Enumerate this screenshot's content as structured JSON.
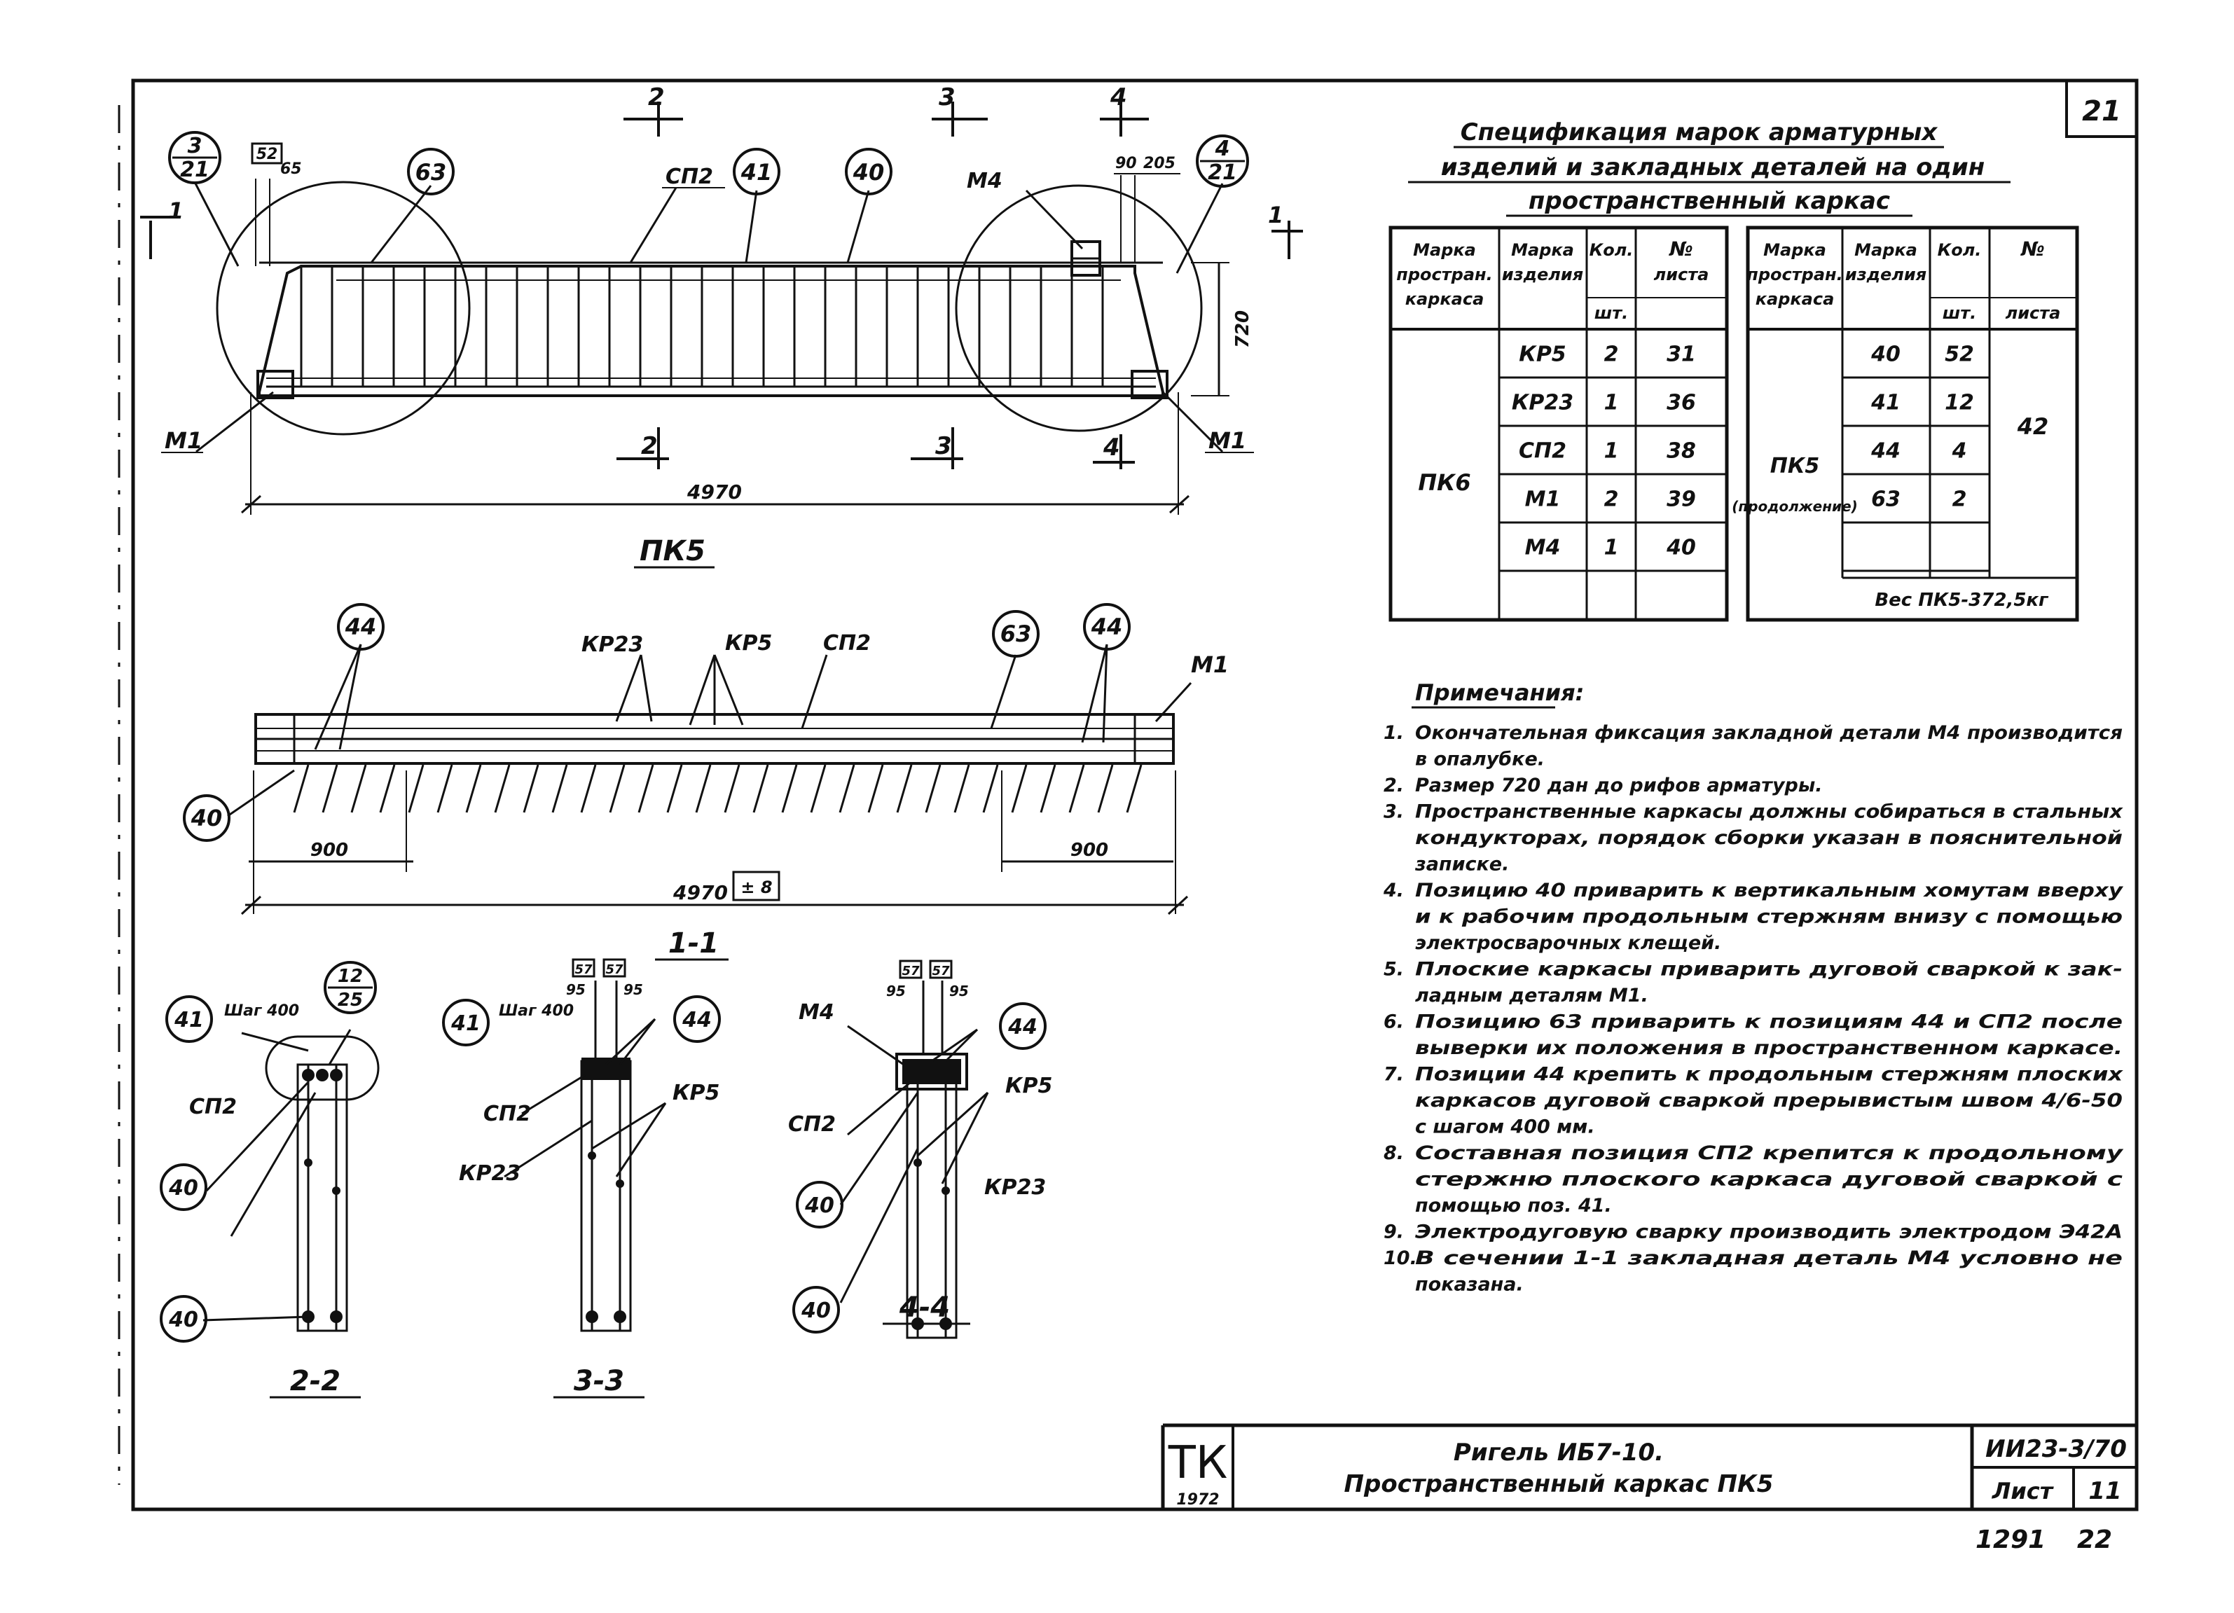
{
  "page_number": "21",
  "title_block": {
    "org": "ТК",
    "year": "1972",
    "line1": "Ригель ИБ7-10.",
    "line2": "Пространственный каркас ПК5",
    "series": "ИИ23-3/70",
    "sheet_label": "Лист",
    "sheet_number": "11"
  },
  "footer_note_1": "1291",
  "footer_note_2": "22",
  "elevation": {
    "caption": "ПК5",
    "length": "4970",
    "depth_dim": "720",
    "dim_65": "65",
    "dim_90": "90",
    "dim_205": "205",
    "box_a": "52",
    "callout_top_left": {
      "top": "3",
      "bottom": "21"
    },
    "callout_top_right": {
      "top": "4",
      "bottom": "21"
    },
    "tags": {
      "n63": "63",
      "n41": "41",
      "n40": "40"
    },
    "labels": {
      "sp2": "СП2",
      "m4": "М4",
      "m1_left": "М1",
      "m1_right": "М1"
    },
    "sections": {
      "s1": "1",
      "s2": "2",
      "s3": "3",
      "s4": "4"
    }
  },
  "plan": {
    "caption": "1-1",
    "length": "4970",
    "box_value": "± 8",
    "left_span": "900",
    "right_span": "900",
    "labels": {
      "kr23": "КР23",
      "kr5": "КР5",
      "sp2": "СП2",
      "m1": "М1"
    },
    "tags": {
      "n44a": "44",
      "n63": "63",
      "n44b": "44",
      "n40": "40"
    }
  },
  "section_2_2": {
    "caption": "2-2",
    "step": "Шаг 400",
    "callout": {
      "top": "12",
      "bottom": "25"
    },
    "tags": {
      "n41": "41",
      "n40a": "40",
      "n40b": "40"
    },
    "labels": {
      "sp2": "СП2"
    }
  },
  "section_3_3": {
    "caption": "3-3",
    "step": "Шаг 400",
    "box_l": "57",
    "box_r": "57",
    "dim_l": "95",
    "dim_r": "95",
    "tags": {
      "n41": "41",
      "n44": "44"
    },
    "labels": {
      "sp2": "СП2",
      "kr5": "КР5",
      "kr23": "КР23"
    }
  },
  "section_4_4": {
    "caption": "4-4",
    "box_l": "57",
    "box_r": "57",
    "dim_l": "95",
    "dim_r": "95",
    "tags": {
      "n44": "44",
      "n40a": "40",
      "n40b": "40"
    },
    "labels": {
      "m4": "М4",
      "sp2": "СП2",
      "kr5": "КР5",
      "kr23": "КР23"
    }
  },
  "spec": {
    "title_lines": [
      "Спецификация марок арматурных",
      "изделий и закладных деталей на один",
      "пространственный каркас"
    ],
    "headers": [
      [
        "Марка",
        "простран.",
        "каркаса"
      ],
      [
        "Марка",
        "изделия"
      ],
      [
        "Кол.",
        "шт."
      ],
      [
        "№",
        "листа"
      ]
    ],
    "left_block": {
      "frame": "ПК6",
      "rows": [
        {
          "item": "КР5",
          "qty": "2",
          "sheet": "31"
        },
        {
          "item": "КР23",
          "qty": "1",
          "sheet": "36"
        },
        {
          "item": "СП2",
          "qty": "1",
          "sheet": "38"
        },
        {
          "item": "М1",
          "qty": "2",
          "sheet": "39"
        },
        {
          "item": "М4",
          "qty": "1",
          "sheet": "40"
        }
      ]
    },
    "right_block": {
      "frame": "ПК5",
      "frame_note": "(продолжение)",
      "sheet": "42",
      "rows": [
        {
          "item": "40",
          "qty": "52"
        },
        {
          "item": "41",
          "qty": "12"
        },
        {
          "item": "44",
          "qty": "4"
        },
        {
          "item": "63",
          "qty": "2"
        }
      ],
      "weight": "Вес ПК5-372,5кг"
    }
  },
  "notes": {
    "heading": "Примечания:",
    "lines": [
      {
        "num": "1.",
        "text": "Окончательная фиксация закладной детали М4 производится"
      },
      {
        "num": "",
        "text": "в опалубке."
      },
      {
        "num": "2.",
        "text": "Размер 720 дан до рифов арматуры."
      },
      {
        "num": "3.",
        "text": "Пространственные каркасы должны собираться в стальных"
      },
      {
        "num": "",
        "text": "кондукторах, порядок сборки указан в пояснительной"
      },
      {
        "num": "",
        "text": "записке."
      },
      {
        "num": "4.",
        "text": "Позицию 40 приварить к вертикальным хомутам вверху"
      },
      {
        "num": "",
        "text": "и к рабочим продольным стержням внизу с помощью"
      },
      {
        "num": "",
        "text": "электросварочных клещей."
      },
      {
        "num": "5.",
        "text": "Плоские каркасы приварить дуговой сваркой к зак-"
      },
      {
        "num": "",
        "text": "ладным деталям М1."
      },
      {
        "num": "6.",
        "text": "Позицию 63 приварить к позициям 44 и СП2 после"
      },
      {
        "num": "",
        "text": "выверки их положения в пространственном каркасе."
      },
      {
        "num": "7.",
        "text": "Позиции 44 крепить к продольным стержням плоских"
      },
      {
        "num": "",
        "text": "каркасов дуговой сваркой прерывистым швом 4/6-50"
      },
      {
        "num": "",
        "text": "с шагом 400 мм."
      },
      {
        "num": "8.",
        "text": "Составная позиция СП2 крепится к продольному"
      },
      {
        "num": "",
        "text": "стержню плоского каркаса дуговой сваркой с"
      },
      {
        "num": "",
        "text": "помощью поз. 41."
      },
      {
        "num": "9.",
        "text": "Электродуговую сварку производить электродом Э42А"
      },
      {
        "num": "10.",
        "text": "В сечении 1-1 закладная деталь М4 условно не"
      },
      {
        "num": "",
        "text": "показана."
      }
    ]
  }
}
